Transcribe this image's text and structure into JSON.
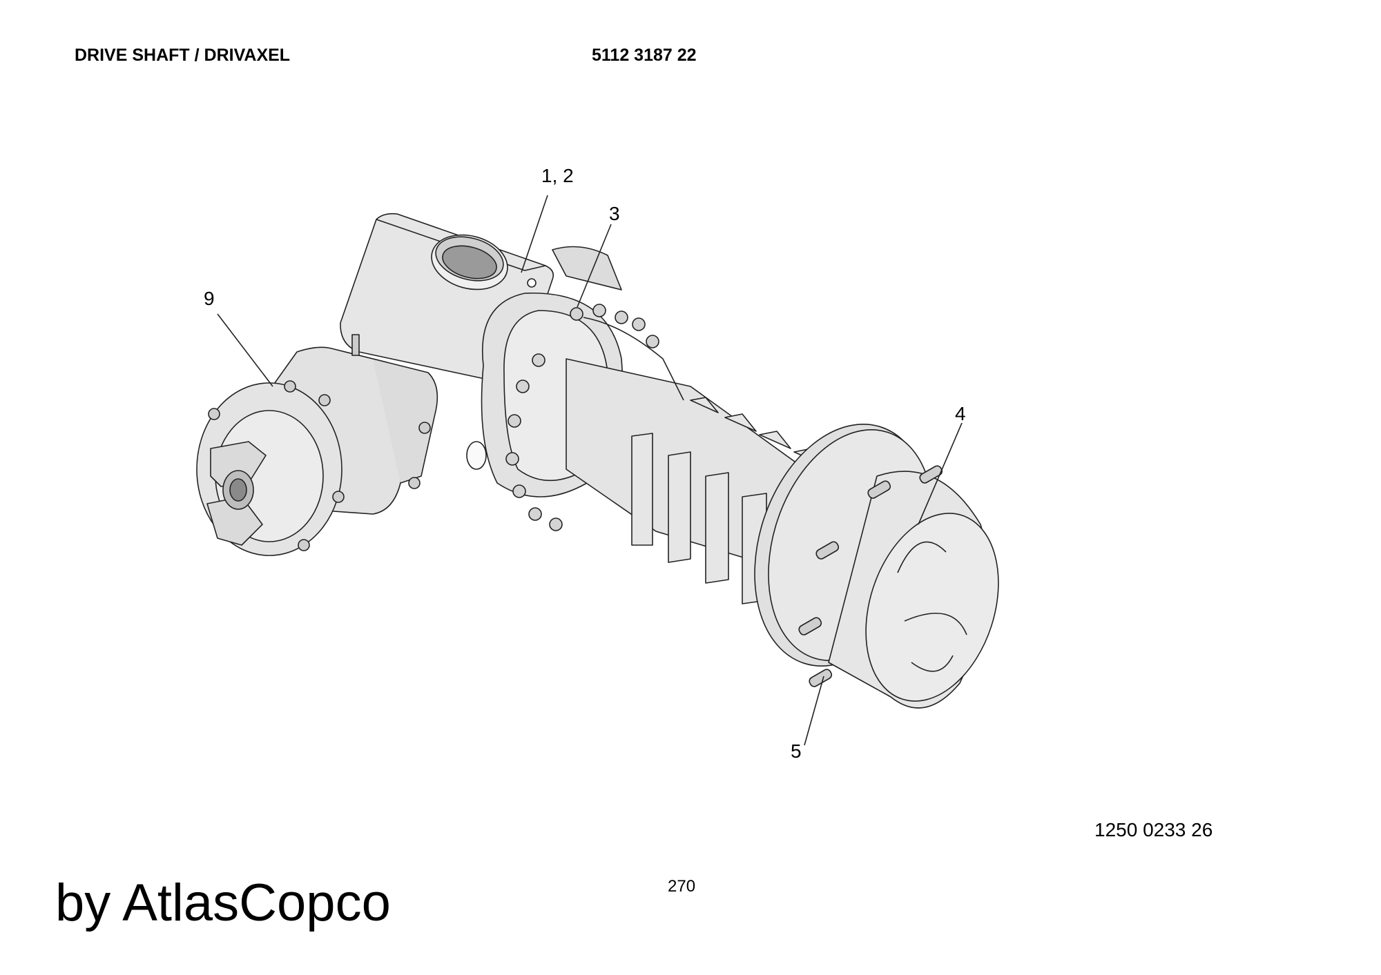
{
  "header": {
    "title": "DRIVE SHAFT / DRIVAXEL",
    "part_number": "5112 3187 22"
  },
  "callouts": {
    "c12": "1, 2",
    "c3": "3",
    "c4": "4",
    "c5": "5",
    "c9": "9"
  },
  "footer": {
    "figure_number": "1250 0233 26",
    "page_number": "270",
    "brand": "by AtlasCopco"
  }
}
